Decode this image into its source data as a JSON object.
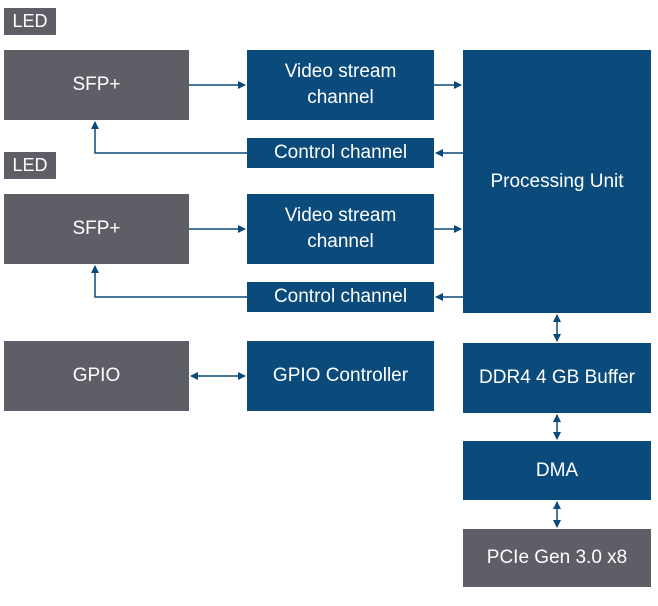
{
  "colors": {
    "block_blue": "#0a4b7c",
    "block_gray": "#5d5e66",
    "text": "#ffffff",
    "connector": "#0a4b7c"
  },
  "led_tags": [
    "LED",
    "LED"
  ],
  "sfp_ports": [
    "SFP+",
    "SFP+"
  ],
  "video_channels": [
    "Video stream channel",
    "Video stream channel"
  ],
  "control_channels": [
    "Control channel",
    "Control channel"
  ],
  "processing_unit": "Processing Unit",
  "gpio": "GPIO",
  "gpio_controller": "GPIO Controller",
  "buffer": "DDR4 4 GB Buffer",
  "dma": "DMA",
  "pcie": "PCIe Gen 3.0 x8"
}
